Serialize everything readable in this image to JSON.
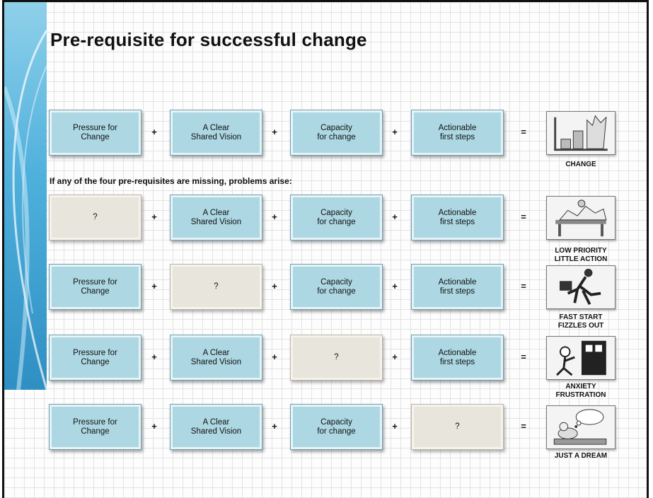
{
  "title": "Pre-requisite for successful change",
  "subheading": "If any  of the four pre-requisites are missing,  problems arise:",
  "operators": {
    "plus": "+",
    "equals": "="
  },
  "rows": [
    {
      "boxes": [
        {
          "label": "Pressure for\nChange",
          "missing": false
        },
        {
          "label": "A Clear\nShared Vision",
          "missing": false
        },
        {
          "label": "Capacity\nfor change",
          "missing": false
        },
        {
          "label": "Actionable\nfirst steps",
          "missing": false
        }
      ],
      "result_icon": "bar-chart-breakthrough-icon",
      "result_label": "CHANGE"
    },
    {
      "boxes": [
        {
          "label": "?",
          "missing": true
        },
        {
          "label": "A Clear\nShared Vision",
          "missing": false
        },
        {
          "label": "Capacity\nfor change",
          "missing": false
        },
        {
          "label": "Actionable\nfirst steps",
          "missing": false
        }
      ],
      "result_icon": "cluttered-desk-icon",
      "result_label": "LOW PRIORITY\nLITTLE ACTION"
    },
    {
      "boxes": [
        {
          "label": "Pressure for\nChange",
          "missing": false
        },
        {
          "label": "?",
          "missing": true
        },
        {
          "label": "Capacity\nfor change",
          "missing": false
        },
        {
          "label": "Actionable\nfirst steps",
          "missing": false
        }
      ],
      "result_icon": "running-businessman-icon",
      "result_label": "FAST START\nFIZZLES OUT"
    },
    {
      "boxes": [
        {
          "label": "Pressure for\nChange",
          "missing": false
        },
        {
          "label": "A Clear\nShared Vision",
          "missing": false
        },
        {
          "label": "?",
          "missing": true
        },
        {
          "label": "Actionable\nfirst steps",
          "missing": false
        }
      ],
      "result_icon": "stressed-person-icon",
      "result_label": "ANXIETY\nFRUSTRATION"
    },
    {
      "boxes": [
        {
          "label": "Pressure for\nChange",
          "missing": false
        },
        {
          "label": "A Clear\nShared Vision",
          "missing": false
        },
        {
          "label": "Capacity\nfor change",
          "missing": false
        },
        {
          "label": "?",
          "missing": true
        }
      ],
      "result_icon": "dreaming-person-icon",
      "result_label": "JUST A DREAM"
    }
  ]
}
